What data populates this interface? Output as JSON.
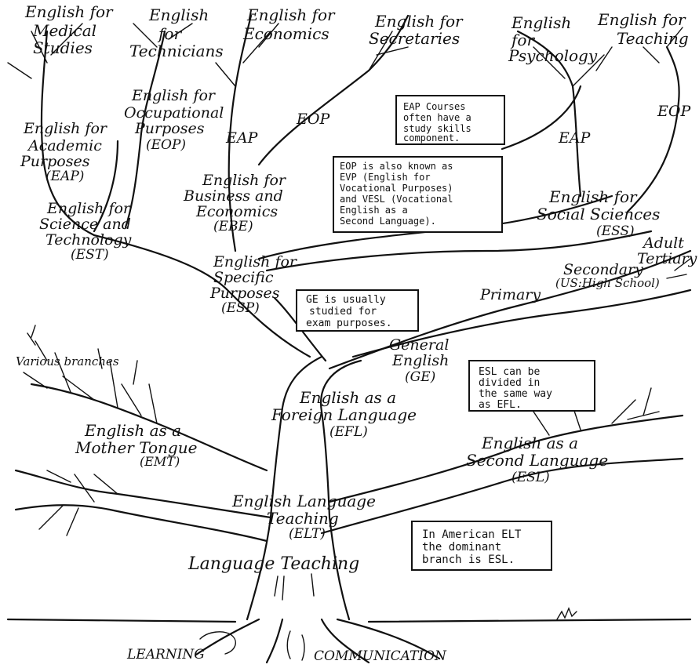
{
  "labels": {
    "medical": [
      "English for",
      "Medical",
      "Studies"
    ],
    "technicians": [
      "English",
      "for",
      "Technicians"
    ],
    "economics": [
      "English for",
      "Economics"
    ],
    "secretaries": [
      "English for",
      "Secretaries"
    ],
    "psychology": [
      "English",
      "for",
      "Psychology"
    ],
    "teaching": [
      "English for",
      "Teaching"
    ],
    "eop_branch": [
      "English for",
      "Occupational",
      "Purposes",
      "(EOP)"
    ],
    "eop_left": "EOP",
    "eap_left": "EAP",
    "eap_right": "EAP",
    "eop_right": "EOP",
    "eap_branch": [
      "English for",
      "Academic",
      "Purposes",
      "(EAP)"
    ],
    "ebe": [
      "English for",
      "Business and",
      "Economics",
      "(EBE)"
    ],
    "est": [
      "English for",
      "Science and",
      "Technology",
      "(EST)"
    ],
    "ess": [
      "English for",
      "Social Sciences",
      "(ESS)"
    ],
    "esp": [
      "English for",
      "Specific",
      "Purposes",
      "(ESP)"
    ],
    "adult": "Adult",
    "tertiary": "Tertiary",
    "secondary": [
      "Secondary",
      "(US:High School)"
    ],
    "primary": "Primary",
    "ge": [
      "General",
      "English",
      "(GE)"
    ],
    "various": "Various branches",
    "efl": [
      "English as a",
      "Foreign Language",
      "(EFL)"
    ],
    "emt": [
      "English as a",
      "Mother Tongue",
      "(EMT)"
    ],
    "esl": [
      "English as a",
      "Second Language",
      "(ESL)"
    ],
    "elt": [
      "English Language",
      "Teaching",
      "(ELT)"
    ],
    "lt": "Language Teaching",
    "learning": "LEARNING",
    "communication": "COMMUNICATION"
  },
  "notes": {
    "eap_courses": [
      "EAP Courses",
      "often have a",
      "study skills",
      "component."
    ],
    "eop_aka": [
      "EOP is also known as",
      "EVP (English for",
      "Vocational Purposes)",
      "and VESL (Vocational",
      "English as a",
      "Second Language)."
    ],
    "ge_exam": [
      "GE is usually",
      "studied for",
      "exam purposes."
    ],
    "esl_divided": [
      "ESL can be",
      "divided in",
      "the same way",
      "as EFL."
    ],
    "american_elt": [
      "In American ELT",
      "the dominant",
      "branch is ESL."
    ]
  }
}
